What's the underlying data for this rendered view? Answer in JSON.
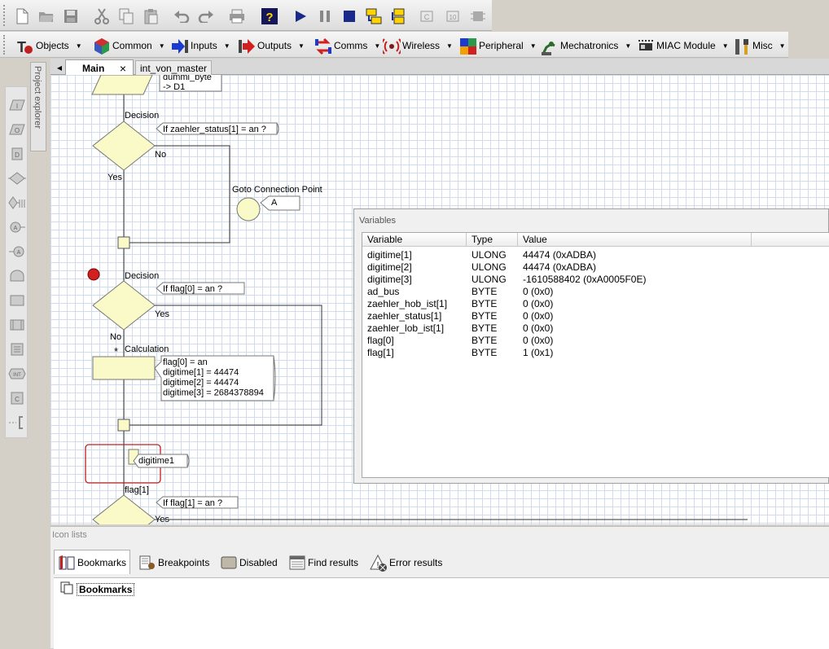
{
  "toolbar_top": {
    "icons": [
      "new-icon",
      "open-icon",
      "save-icon",
      "cut-icon",
      "copy-icon",
      "paste-icon",
      "undo-icon",
      "redo-icon",
      "print-icon",
      "help-icon",
      "run-icon",
      "pause-icon",
      "stop-icon",
      "step-into-icon",
      "step-over-icon",
      "toggle-icon-a",
      "toggle-icon-b",
      "toggle-icon-c"
    ]
  },
  "component_menu": {
    "objects": "Objects",
    "common": "Common",
    "inputs": "Inputs",
    "outputs": "Outputs",
    "comms": "Comms",
    "wireless": "Wireless",
    "peripheral": "Peripheral",
    "mechatronics": "Mechatronics",
    "miac": "MIAC Module",
    "misc": "Misc"
  },
  "project_explorer": {
    "label": "Project explorer"
  },
  "tabs": {
    "main": "Main",
    "second": "int_von_master",
    "close": "×",
    "scroll": "◂"
  },
  "flowchart": {
    "top_text": "dummi_byte",
    "top_text2": "-> D1",
    "decision1_label": "Decision",
    "decision1_cond": "If  zaehler_status[1] = an ?",
    "decision1_no": "No",
    "decision1_yes": "Yes",
    "goto_label": "Goto Connection Point",
    "goto_value": "A",
    "decision2_label": "Decision",
    "decision2_cond": "If  flag[0] = an ?",
    "decision2_yes": "Yes",
    "decision2_no": "No",
    "calc_label": "Calculation",
    "calc_lines": [
      "flag[0] = an",
      "digitime[1] = 44474",
      "digitime[2] = 44474",
      "digitime[3] = 2684378894"
    ],
    "macro_label": "digitime1",
    "decision3_label": "flag[1]",
    "decision3_cond": "If  flag[1] = an ?",
    "decision3_yes": "Yes"
  },
  "variables_panel": {
    "title": "Variables",
    "headers": {
      "variable": "Variable",
      "type": "Type",
      "value": "Value"
    },
    "rows": [
      {
        "name": "digitime[1]",
        "type": "ULONG",
        "value": "44474 (0xADBA)"
      },
      {
        "name": "digitime[2]",
        "type": "ULONG",
        "value": "44474 (0xADBA)"
      },
      {
        "name": "digitime[3]",
        "type": "ULONG",
        "value": "-1610588402 (0xA0005F0E)"
      },
      {
        "name": "ad_bus",
        "type": "BYTE",
        "value": "0 (0x0)"
      },
      {
        "name": "zaehler_hob_ist[1]",
        "type": "BYTE",
        "value": "0 (0x0)"
      },
      {
        "name": "zaehler_status[1]",
        "type": "BYTE",
        "value": "0 (0x0)"
      },
      {
        "name": "zaehler_lob_ist[1]",
        "type": "BYTE",
        "value": "0 (0x0)"
      },
      {
        "name": "flag[0]",
        "type": "BYTE",
        "value": "0 (0x0)"
      },
      {
        "name": "flag[1]",
        "type": "BYTE",
        "value": "1 (0x1)"
      }
    ]
  },
  "icon_lists": {
    "title": "Icon lists",
    "tabs": {
      "bookmarks": "Bookmarks",
      "breakpoints": "Breakpoints",
      "disabled": "Disabled",
      "find": "Find results",
      "errors": "Error results"
    },
    "tree_root": "Bookmarks"
  }
}
